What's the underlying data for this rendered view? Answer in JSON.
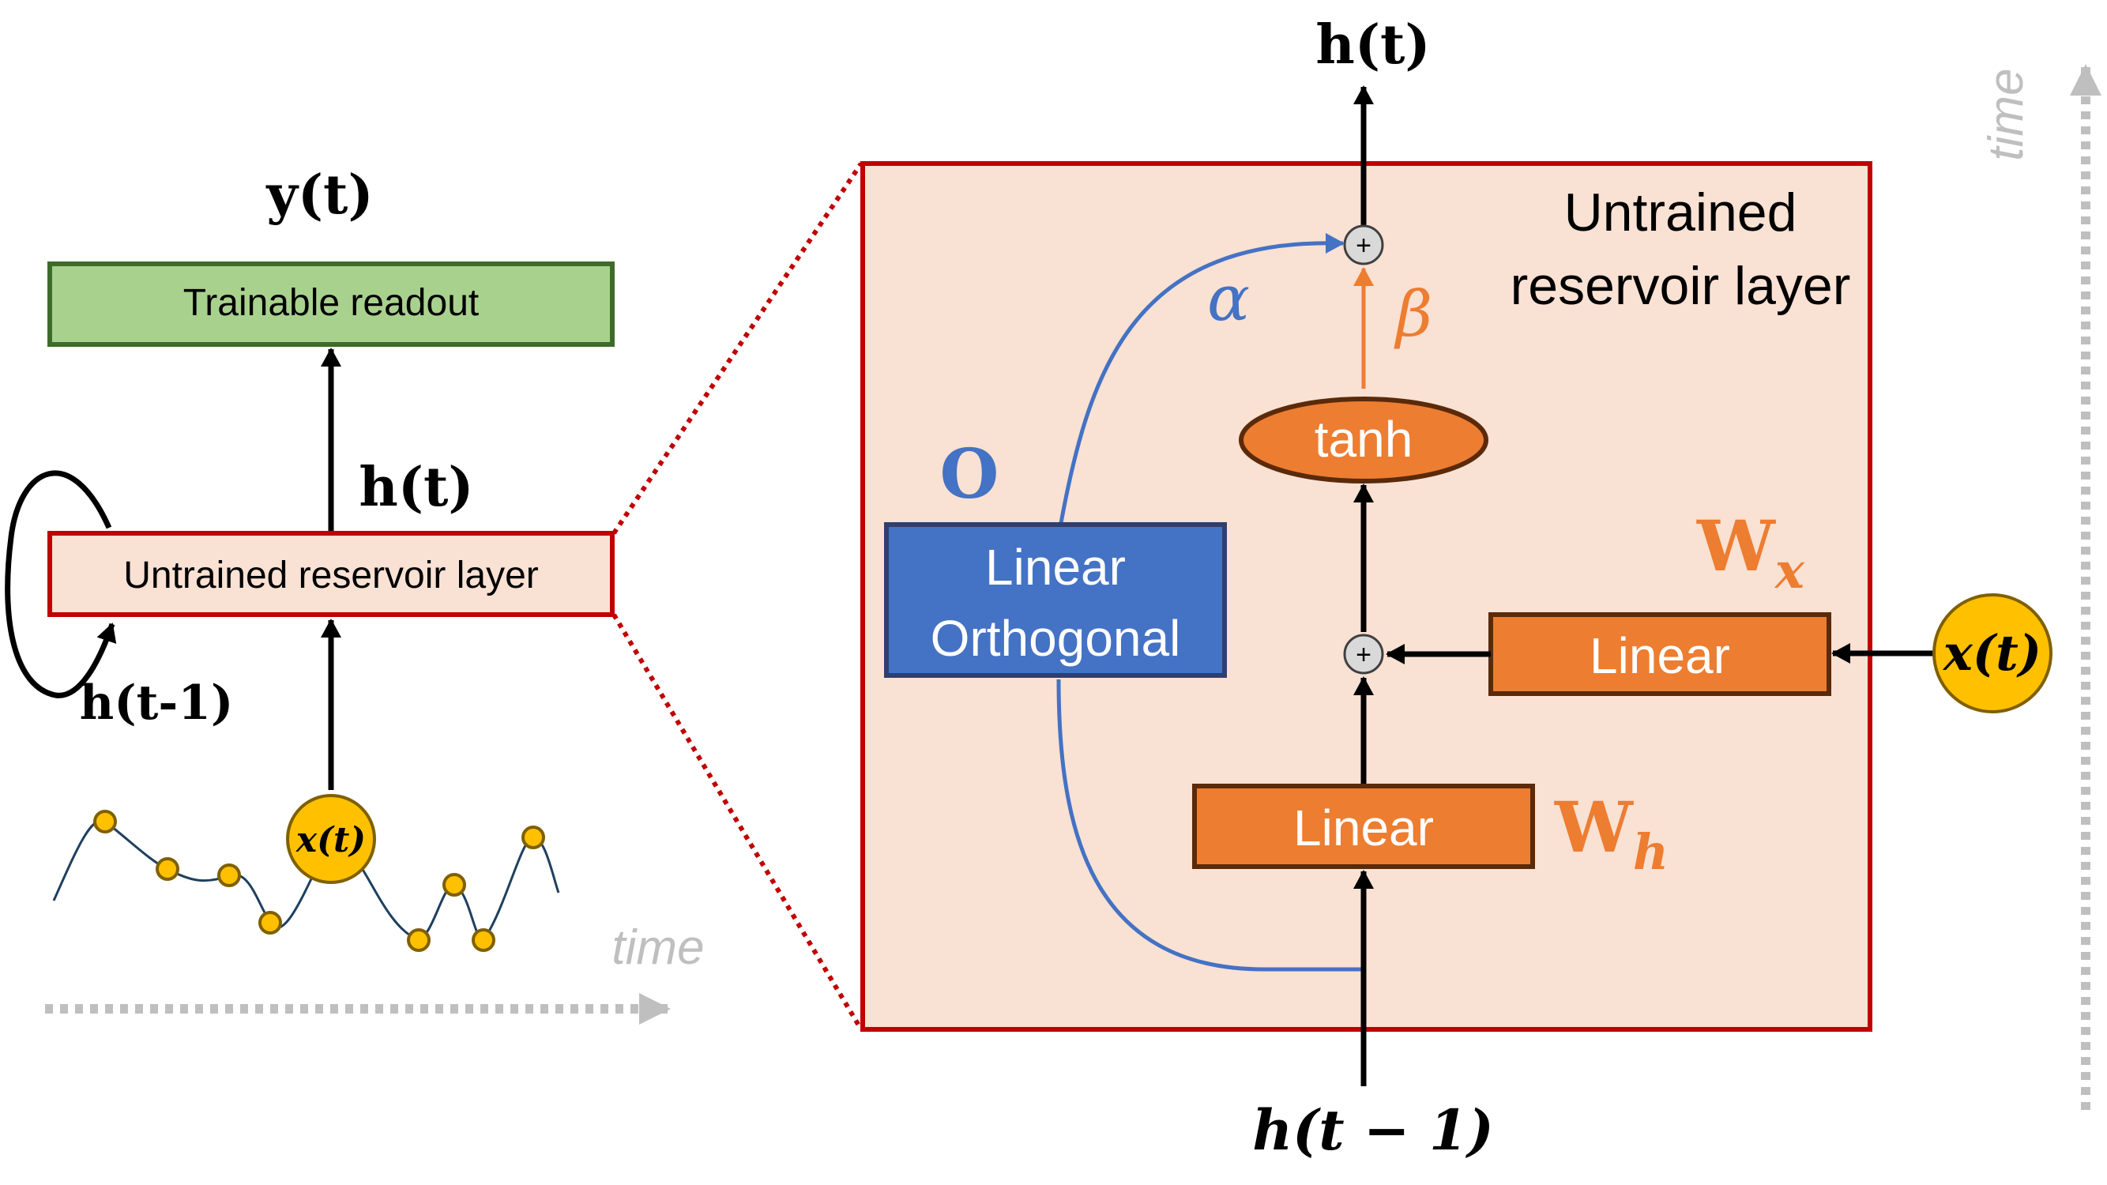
{
  "left": {
    "output_label": "y(t)",
    "readout_label": "Trainable readout",
    "hidden_label": "h(t)",
    "reservoir_label": "Untrained reservoir layer",
    "recurrent_label": "h(t-1)",
    "input_label": "x(t)",
    "time_label": "time"
  },
  "right": {
    "output_label": "h(t)",
    "title_line1": "Untrained",
    "title_line2": "reservoir layer",
    "alpha_label": "α",
    "beta_label": "β",
    "tanh_label": "tanh",
    "orth_symbol": "O",
    "orth_line1": "Linear",
    "orth_line2": "Orthogonal",
    "wx_main": "W",
    "wx_sub": "x",
    "wx_box_label": "Linear",
    "input_label": "x(t)",
    "wh_box_label": "Linear",
    "wh_main": "W",
    "wh_sub": "h",
    "bottom_label": "h(t − 1)",
    "plus_symbol": "+"
  },
  "side": {
    "time_label": "time"
  },
  "colors": {
    "readout_fill": "#a9d18e",
    "readout_stroke": "#3d6b2a",
    "reservoir_fill": "#f9e1d3",
    "reservoir_stroke": "#c00000",
    "orange": "#ed7d31",
    "orange_dark": "#843c0c",
    "blue": "#4472c4",
    "blue_dark": "#2f5597",
    "yellow": "#ffc000",
    "grey": "#bfbfbf"
  }
}
